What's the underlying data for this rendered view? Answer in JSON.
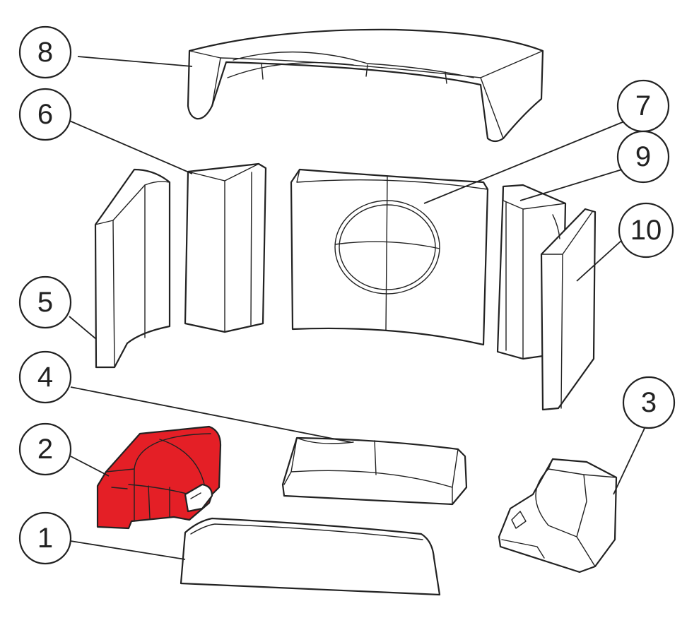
{
  "highlight_color": "#e41f26",
  "line_color": "#222222",
  "background_color": "#ffffff",
  "highlighted_part": "2",
  "callouts": [
    {
      "id": "1",
      "label": "1"
    },
    {
      "id": "2",
      "label": "2"
    },
    {
      "id": "3",
      "label": "3"
    },
    {
      "id": "4",
      "label": "4"
    },
    {
      "id": "5",
      "label": "5"
    },
    {
      "id": "6",
      "label": "6"
    },
    {
      "id": "7",
      "label": "7"
    },
    {
      "id": "8",
      "label": "8"
    },
    {
      "id": "9",
      "label": "9"
    },
    {
      "id": "10",
      "label": "10"
    }
  ]
}
